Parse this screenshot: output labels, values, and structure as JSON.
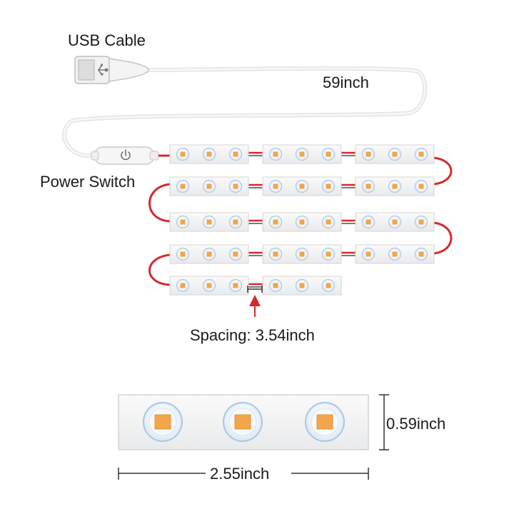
{
  "labels": {
    "usb_cable": "USB Cable",
    "cable_length": "59inch",
    "power_switch": "Power Switch",
    "spacing": "Spacing: 3.54inch",
    "module_height": "0.59inch",
    "module_width": "2.55inch"
  },
  "colors": {
    "cable": "#e6e6e6",
    "wire_red": "#d42a2a",
    "module_face": "#f3f3f4",
    "module_edge": "#d4d5d8",
    "led_ring": "#a9c8e4",
    "led_chip": "#f2a54a",
    "arrow_red": "#d42a2a",
    "dimension_line": "#333333"
  },
  "strip": {
    "row_module_counts": [
      3,
      3,
      3,
      3,
      2
    ],
    "leds_per_module": 3
  }
}
